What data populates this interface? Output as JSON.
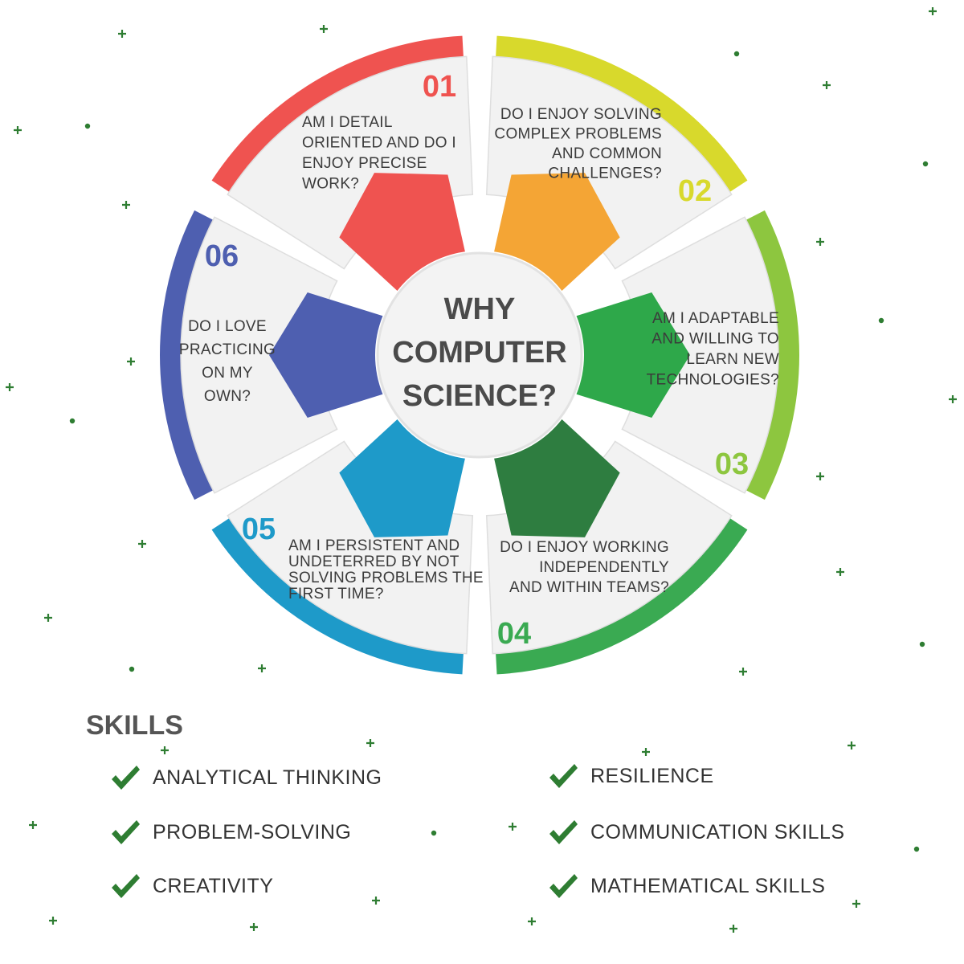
{
  "center": {
    "lines": [
      "WHY",
      "COMPUTER",
      "SCIENCE?"
    ]
  },
  "segments": [
    {
      "number": "01",
      "color": "#ef5350",
      "lines": [
        "AM I DETAIL",
        "ORIENTED AND DO I",
        "ENJOY PRECISE",
        "WORK?"
      ]
    },
    {
      "number": "02",
      "color": "#d8d92c",
      "hub_color": "#f4a535",
      "lines": [
        "DO I ENJOY SOLVING",
        "COMPLEX PROBLEMS",
        "AND COMMON",
        "CHALLENGES?"
      ]
    },
    {
      "number": "03",
      "color": "#8dc63f",
      "hub_color": "#2ea84a",
      "lines": [
        "AM I ADAPTABLE",
        "AND WILLING TO",
        "LEARN NEW",
        "TECHNOLOGIES?"
      ]
    },
    {
      "number": "04",
      "color": "#3aaa52",
      "hub_color": "#2e7d40",
      "lines": [
        "DO I ENJOY WORKING",
        "INDEPENDENTLY",
        "AND WITHIN TEAMS?"
      ]
    },
    {
      "number": "05",
      "color": "#1e9ac9",
      "lines": [
        "AM I PERSISTENT AND",
        "UNDETERRED BY NOT",
        "SOLVING PROBLEMS THE",
        "FIRST TIME?"
      ]
    },
    {
      "number": "06",
      "color": "#4e5fb0",
      "lines": [
        "DO I LOVE",
        "PRACTICING",
        "ON MY",
        "OWN?"
      ]
    }
  ],
  "skills": {
    "title": "SKILLS",
    "items": [
      "ANALYTICAL THINKING",
      "PROBLEM-SOLVING",
      "CREATIVITY",
      "RESILIENCE",
      "COMMUNICATION SKILLS",
      "MATHEMATICAL SKILLS"
    ]
  },
  "accent_color": "#2e7d32"
}
